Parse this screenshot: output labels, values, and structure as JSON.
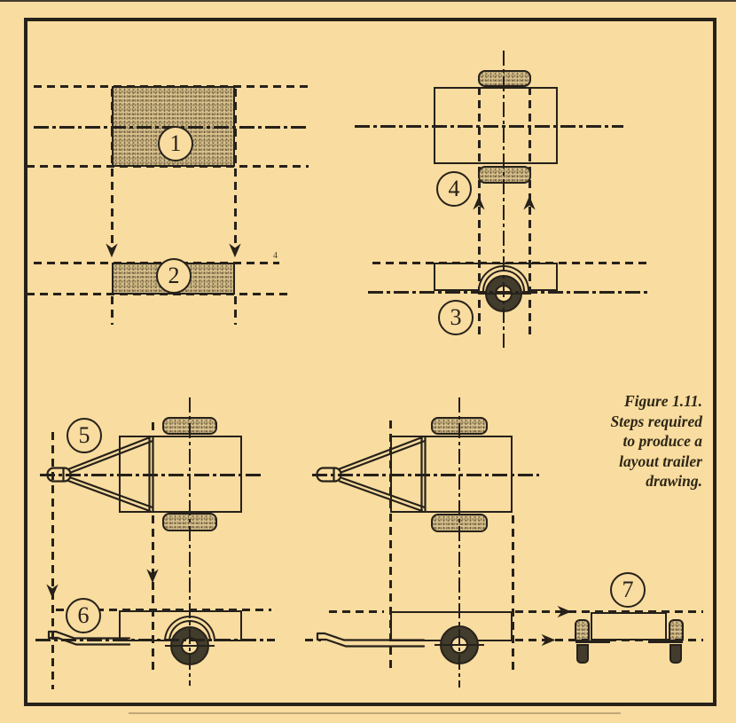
{
  "figure": {
    "caption": {
      "lines": [
        "Figure 1.11.",
        "Steps required",
        "to produce a",
        "layout trailer",
        "drawing."
      ]
    },
    "steps": [
      {
        "label": "1"
      },
      {
        "label": "2"
      },
      {
        "label": "3"
      },
      {
        "label": "4"
      },
      {
        "label": "5"
      },
      {
        "label": "6"
      },
      {
        "label": "7"
      }
    ],
    "artifacts": {
      "stray_mark": "4"
    },
    "palette": {
      "background": "#f9dc9f",
      "ink": "#26211a",
      "shade_fill": "#d9c18e",
      "wheel_dark": "#413c2b"
    }
  }
}
